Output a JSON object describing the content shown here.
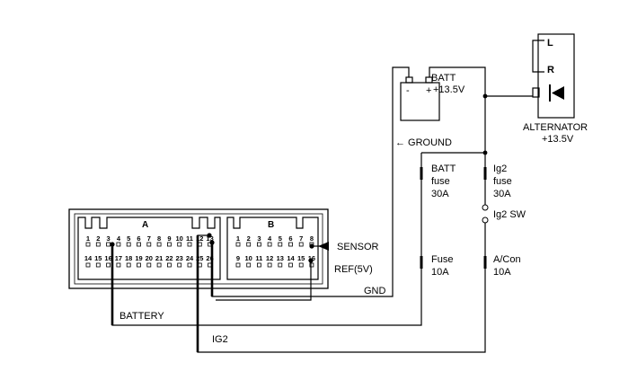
{
  "battery": {
    "label": "BATT",
    "voltage": "+13.5V",
    "minus": "-",
    "plus": "+"
  },
  "alternator": {
    "label": "ALTERNATOR",
    "voltage": "+13.5V",
    "terminal_l": "L",
    "terminal_r": "R"
  },
  "ground_label": "← GROUND",
  "fuses": {
    "batt": [
      "BATT",
      "fuse",
      "30A"
    ],
    "ig2": [
      "Ig2",
      "fuse",
      "30A"
    ],
    "ig2_sw": "Ig2 SW",
    "fuse10": [
      "Fuse",
      "10A"
    ],
    "acon": [
      "A/Con",
      "10A"
    ]
  },
  "connector": {
    "block_a": "A",
    "block_b": "B",
    "a_top": [
      "1",
      "2",
      "3",
      "4",
      "5",
      "6",
      "7",
      "8",
      "9",
      "10",
      "11",
      "12",
      "13"
    ],
    "a_bottom": [
      "14",
      "15",
      "16",
      "17",
      "18",
      "19",
      "20",
      "21",
      "22",
      "23",
      "24",
      "25",
      "26"
    ],
    "b_top": [
      "1",
      "2",
      "3",
      "4",
      "5",
      "6",
      "7",
      "8"
    ],
    "b_bottom": [
      "9",
      "10",
      "11",
      "12",
      "13",
      "14",
      "15",
      "16"
    ]
  },
  "wire_labels": {
    "sensor": "SENSOR",
    "ref": "REF(5V)",
    "gnd": "GND",
    "battery": "BATTERY",
    "ig2": "IG2"
  }
}
